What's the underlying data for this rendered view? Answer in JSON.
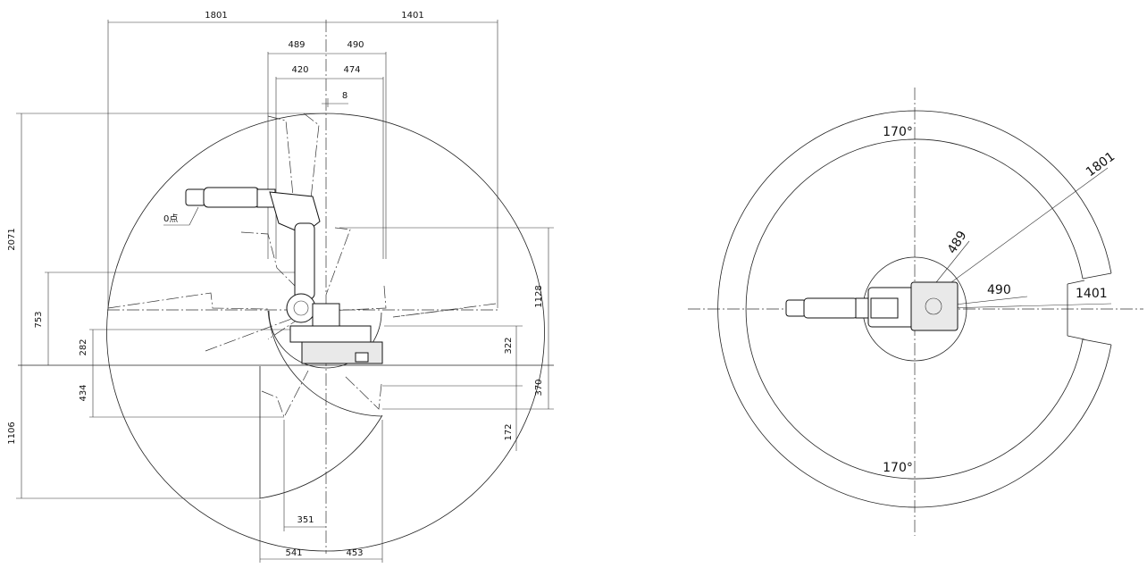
{
  "side_view": {
    "dims_top": [
      "1801",
      "1401",
      "489",
      "490",
      "420",
      "474",
      "8"
    ],
    "dims_left": [
      "2071",
      "753",
      "282",
      "434",
      "1106"
    ],
    "dims_right": [
      "1128",
      "322",
      "370",
      "172"
    ],
    "dims_bottom": [
      "351",
      "541",
      "453"
    ],
    "origin_label": "0点"
  },
  "top_view": {
    "angle_top": "170°",
    "angle_bottom": "170°",
    "r_outer": "1801",
    "r_inner_1": "489",
    "r_inner_2": "490",
    "r_side": "1401"
  }
}
